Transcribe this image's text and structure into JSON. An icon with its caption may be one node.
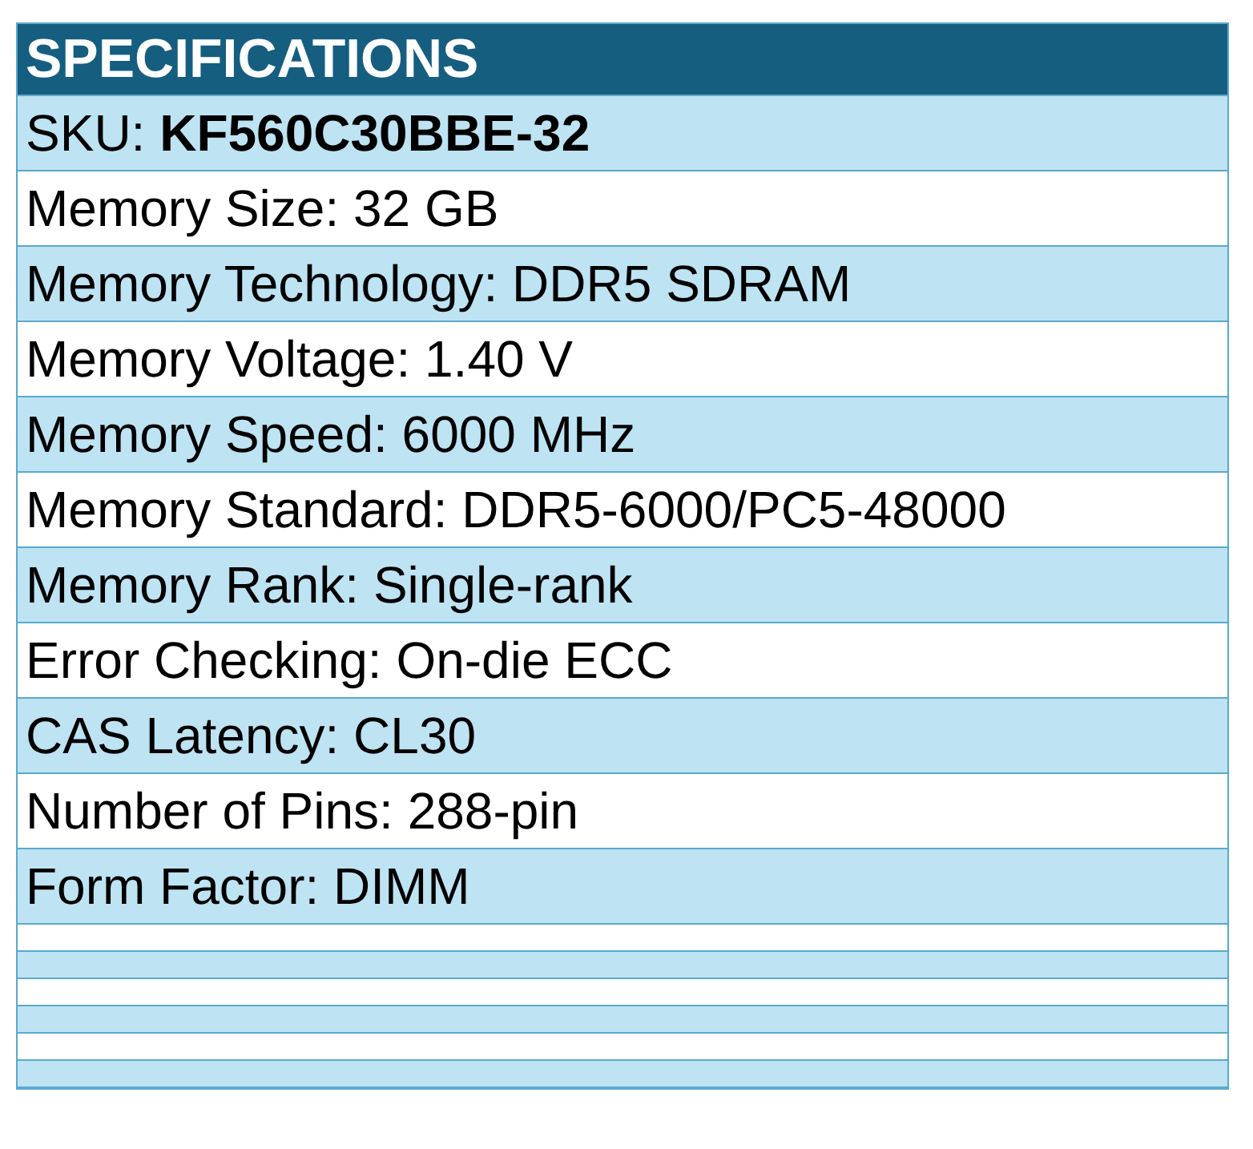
{
  "diagram": {
    "title": "SPECIFICATIONS",
    "labels": [
      "SKU: **KF560C30BBE-32**",
      "Memory Size: 32 GB",
      "Memory Technology: DDR5 SDRAM",
      "Memory Voltage: 1.40 V",
      "Memory Speed: 6000 MHz",
      "Memory Standard: DDR5-6000/PC5-48000",
      "Memory Rank: Single-rank",
      "Error Checking: On-die ECC",
      "CAS Latency: CL30",
      "Number of Pins: 288-pin",
      "Form Factor: DIMM"
    ]
  }
}
